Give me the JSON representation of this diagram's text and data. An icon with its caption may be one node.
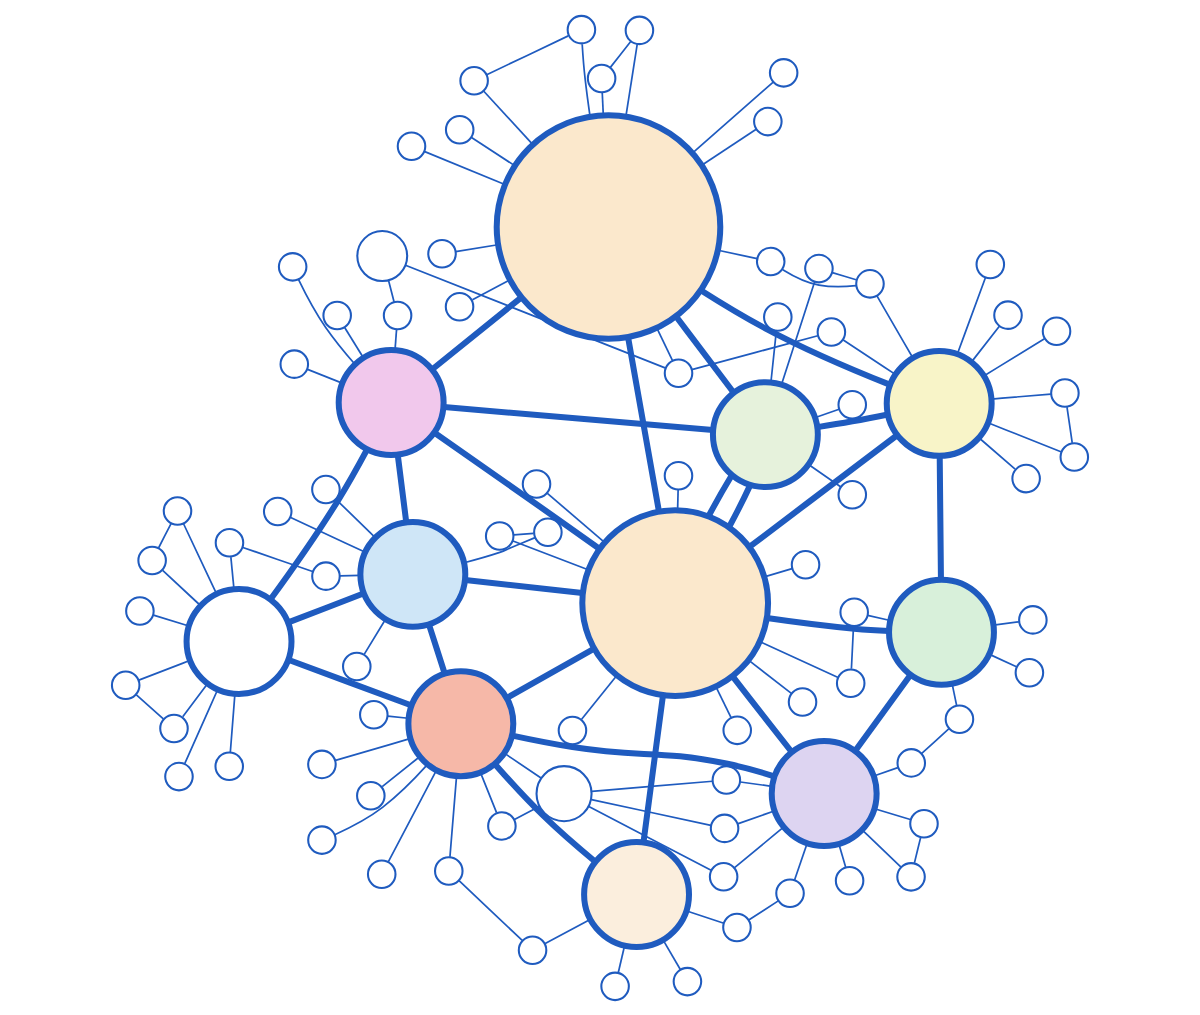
{
  "diagram": {
    "nodes": [
      {
        "text": [],
        "shape": "person"
      },
      {
        "text": [],
        "shape": "person"
      },
      {
        "text": [],
        "shape": "person"
      },
      {
        "text": [],
        "shape": "person"
      },
      {
        "text": [],
        "shape": "person"
      },
      {
        "text": [],
        "shape": "person"
      },
      {
        "text": [],
        "shape": "person"
      },
      {
        "text": [],
        "shape": "person"
      },
      {
        "text": [],
        "shape": "person"
      },
      {
        "text": [],
        "shape": "person"
      },
      {
        "text": [],
        "shape": "person"
      },
      {
        "text": [],
        "shape": "circle"
      },
      {
        "text": [],
        "shape": "circle"
      },
      {
        "text": [],
        "shape": "circle"
      },
      {
        "text": [],
        "shape": "circle"
      },
      {
        "text": [],
        "shape": "circle"
      },
      {
        "text": [],
        "shape": "circle"
      },
      {
        "text": [],
        "shape": "circle"
      },
      {
        "text": [],
        "shape": "circle"
      },
      {
        "text": [],
        "shape": "circle"
      },
      {
        "text": [],
        "shape": "circle"
      },
      {
        "text": [],
        "shape": "circle"
      },
      {
        "text": [],
        "shape": "circle"
      },
      {
        "text": [],
        "shape": "circle"
      },
      {
        "text": [],
        "shape": "circle"
      },
      {
        "text": [],
        "shape": "circle"
      },
      {
        "text": [],
        "shape": "circle"
      },
      {
        "text": [],
        "shape": "circle"
      },
      {
        "text": [],
        "shape": "circle"
      },
      {
        "text": [],
        "shape": "circle"
      },
      {
        "text": [],
        "shape": "circle"
      },
      {
        "text": [],
        "shape": "circle"
      },
      {
        "text": [],
        "shape": "circle"
      },
      {
        "text": [],
        "shape": "circle"
      },
      {
        "text": [],
        "shape": "circle"
      },
      {
        "text": [],
        "shape": "circle"
      },
      {
        "text": [],
        "shape": "circle"
      },
      {
        "text": [],
        "shape": "circle"
      },
      {
        "text": [],
        "shape": "circle"
      },
      {
        "text": [],
        "shape": "circle"
      },
      {
        "text": [],
        "shape": "circle"
      },
      {
        "text": [],
        "shape": "circle"
      },
      {
        "text": [],
        "shape": "circle"
      },
      {
        "text": [],
        "shape": "circle"
      },
      {
        "text": [],
        "shape": "circle"
      },
      {
        "text": [],
        "shape": "circle"
      },
      {
        "text": [],
        "shape": "circle"
      },
      {
        "text": [],
        "shape": "circle"
      },
      {
        "text": [],
        "shape": "circle"
      },
      {
        "text": [],
        "shape": "circle"
      },
      {
        "text": [],
        "shape": "circle"
      },
      {
        "text": [],
        "shape": "circle"
      },
      {
        "text": [],
        "shape": "circle"
      },
      {
        "text": [],
        "shape": "circle"
      },
      {
        "text": [],
        "shape": "circle"
      },
      {
        "text": [],
        "shape": "circle"
      },
      {
        "text": [],
        "shape": "circle"
      },
      {
        "text": [],
        "shape": "circle"
      },
      {
        "text": [],
        "shape": "circle"
      },
      {
        "text": [],
        "shape": "circle"
      },
      {
        "text": [],
        "shape": "circle"
      },
      {
        "text": [],
        "shape": "circle"
      },
      {
        "text": [],
        "shape": "circle"
      },
      {
        "text": [],
        "shape": "circle"
      },
      {
        "text": [],
        "shape": "circle"
      },
      {
        "text": [],
        "shape": "circle"
      },
      {
        "text": [],
        "shape": "circle"
      },
      {
        "text": [],
        "shape": "circle"
      },
      {
        "text": [],
        "shape": "circle"
      },
      {
        "text": [],
        "shape": "circle"
      },
      {
        "text": [],
        "shape": "circle"
      },
      {
        "text": [],
        "shape": "circle"
      },
      {
        "text": [],
        "shape": "circle"
      },
      {
        "text": [],
        "shape": "circle"
      },
      {
        "text": [],
        "shape": "circle"
      },
      {
        "text": [],
        "shape": "circle"
      },
      {
        "text": [],
        "shape": "circle"
      },
      {
        "text": [],
        "shape": "circle"
      },
      {
        "text": [],
        "shape": "circle"
      },
      {
        "text": [],
        "shape": "circle"
      },
      {
        "text": [],
        "shape": "circle"
      },
      {
        "text": [],
        "shape": "circle"
      },
      {
        "text": [],
        "shape": "circle"
      },
      {
        "text": [],
        "shape": "circle"
      },
      {
        "text": [],
        "shape": "circle"
      }
    ],
    "edges": [
      {
        "from": 0,
        "to": 3,
        "arrow": "none",
        "style": "thick"
      },
      {
        "from": 0,
        "to": 1,
        "arrow": "none",
        "style": "thick"
      },
      {
        "from": 0,
        "to": 2,
        "arrow": "none",
        "style": "thick"
      },
      {
        "from": 1,
        "to": 3,
        "arrow": "none",
        "style": "thick"
      },
      {
        "from": 1,
        "to": 6,
        "arrow": "none",
        "style": "thick"
      },
      {
        "from": 1,
        "to": 2,
        "arrow": "none",
        "style": "thick"
      },
      {
        "from": 3,
        "to": 4,
        "arrow": "none",
        "style": "thick"
      },
      {
        "from": 3,
        "to": 5,
        "arrow": "none",
        "style": "thick"
      },
      {
        "from": 3,
        "to": 6,
        "arrow": "none",
        "style": "thick"
      },
      {
        "from": 4,
        "to": 5,
        "arrow": "none",
        "style": "thick"
      },
      {
        "from": 4,
        "to": 6,
        "arrow": "none",
        "style": "thick"
      },
      {
        "from": 4,
        "to": 9,
        "arrow": "none",
        "style": "thick"
      },
      {
        "from": 5,
        "to": 6,
        "arrow": "none",
        "style": "thick"
      },
      {
        "from": 5,
        "to": 6,
        "arrow": "none",
        "style": "thick"
      },
      {
        "from": 5,
        "to": 9,
        "arrow": "none",
        "style": "thick"
      },
      {
        "from": 6,
        "to": 9,
        "arrow": "none",
        "style": "thick"
      },
      {
        "from": 6,
        "to": 2,
        "arrow": "none",
        "style": "thick"
      },
      {
        "from": 6,
        "to": 7,
        "arrow": "none",
        "style": "thick"
      },
      {
        "from": 6,
        "to": 10,
        "arrow": "none",
        "style": "thick"
      },
      {
        "from": 6,
        "to": 8,
        "arrow": "none",
        "style": "thick"
      },
      {
        "from": 2,
        "to": 7,
        "arrow": "none",
        "style": "thick"
      },
      {
        "from": 2,
        "to": 8,
        "arrow": "none",
        "style": "thick"
      },
      {
        "from": 9,
        "to": 10,
        "arrow": "none",
        "style": "thick"
      },
      {
        "from": 10,
        "to": 8,
        "arrow": "none",
        "style": "thick"
      },
      {
        "from": 0,
        "to": 11,
        "arrow": "none"
      },
      {
        "from": 0,
        "to": 12,
        "arrow": "none"
      },
      {
        "from": 0,
        "to": 13,
        "arrow": "none"
      },
      {
        "from": 0,
        "to": 14,
        "arrow": "none"
      },
      {
        "from": 0,
        "to": 15,
        "arrow": "none"
      },
      {
        "from": 0,
        "to": 16,
        "arrow": "none"
      },
      {
        "from": 0,
        "to": 17,
        "arrow": "none"
      },
      {
        "from": 0,
        "to": 18,
        "arrow": "none"
      },
      {
        "from": 1,
        "to": 19,
        "arrow": "none"
      },
      {
        "from": 1,
        "to": 20,
        "arrow": "none"
      },
      {
        "from": 1,
        "to": 21,
        "arrow": "none"
      },
      {
        "from": 1,
        "to": 22,
        "arrow": "none"
      },
      {
        "from": 1,
        "to": 23,
        "arrow": "none"
      },
      {
        "from": 2,
        "to": 24,
        "arrow": "none"
      },
      {
        "from": 2,
        "to": 25,
        "arrow": "none"
      },
      {
        "from": 2,
        "to": 26,
        "arrow": "none"
      },
      {
        "from": 2,
        "to": 27,
        "arrow": "none"
      },
      {
        "from": 2,
        "to": 28,
        "arrow": "none"
      },
      {
        "from": 2,
        "to": 29,
        "arrow": "none"
      },
      {
        "from": 2,
        "to": 30,
        "arrow": "none"
      },
      {
        "from": 3,
        "to": 31,
        "arrow": "none"
      },
      {
        "from": 3,
        "to": 32,
        "arrow": "none"
      },
      {
        "from": 3,
        "to": 33,
        "arrow": "none"
      },
      {
        "from": 3,
        "to": 34,
        "arrow": "none"
      },
      {
        "from": 4,
        "to": 35,
        "arrow": "none"
      },
      {
        "from": 4,
        "to": 36,
        "arrow": "none"
      },
      {
        "from": 4,
        "to": 37,
        "arrow": "none"
      },
      {
        "from": 4,
        "to": 38,
        "arrow": "none"
      },
      {
        "from": 4,
        "to": 39,
        "arrow": "none"
      },
      {
        "from": 4,
        "to": 40,
        "arrow": "none"
      },
      {
        "from": 4,
        "to": 41,
        "arrow": "none"
      },
      {
        "from": 4,
        "to": 42,
        "arrow": "none"
      },
      {
        "from": 4,
        "to": 43,
        "arrow": "none"
      },
      {
        "from": 4,
        "to": 44,
        "arrow": "none"
      },
      {
        "from": 4,
        "to": 45,
        "arrow": "none"
      },
      {
        "from": 4,
        "to": 46,
        "arrow": "none"
      },
      {
        "from": 5,
        "to": 47,
        "arrow": "none"
      },
      {
        "from": 5,
        "to": 48,
        "arrow": "none"
      },
      {
        "from": 5,
        "to": 49,
        "arrow": "none"
      },
      {
        "from": 5,
        "to": 50,
        "arrow": "none"
      },
      {
        "from": 6,
        "to": 51,
        "arrow": "none"
      },
      {
        "from": 6,
        "to": 52,
        "arrow": "none"
      },
      {
        "from": 6,
        "to": 53,
        "arrow": "none"
      },
      {
        "from": 6,
        "to": 54,
        "arrow": "none"
      },
      {
        "from": 6,
        "to": 55,
        "arrow": "none"
      },
      {
        "from": 6,
        "to": 56,
        "arrow": "none"
      },
      {
        "from": 6,
        "to": 57,
        "arrow": "none"
      },
      {
        "from": 6,
        "to": 58,
        "arrow": "none"
      },
      {
        "from": 7,
        "to": 59,
        "arrow": "none"
      },
      {
        "from": 7,
        "to": 60,
        "arrow": "none"
      },
      {
        "from": 7,
        "to": 61,
        "arrow": "none"
      },
      {
        "from": 7,
        "to": 62,
        "arrow": "none"
      },
      {
        "from": 8,
        "to": 63,
        "arrow": "none"
      },
      {
        "from": 8,
        "to": 64,
        "arrow": "none"
      },
      {
        "from": 8,
        "to": 65,
        "arrow": "none"
      },
      {
        "from": 8,
        "to": 66,
        "arrow": "none"
      },
      {
        "from": 8,
        "to": 67,
        "arrow": "none"
      },
      {
        "from": 8,
        "to": 68,
        "arrow": "none"
      },
      {
        "from": 8,
        "to": 69,
        "arrow": "none"
      },
      {
        "from": 8,
        "to": 70,
        "arrow": "none"
      },
      {
        "from": 9,
        "to": 71,
        "arrow": "none"
      },
      {
        "from": 9,
        "to": 72,
        "arrow": "none"
      },
      {
        "from": 9,
        "to": 73,
        "arrow": "none"
      },
      {
        "from": 9,
        "to": 74,
        "arrow": "none"
      },
      {
        "from": 9,
        "to": 75,
        "arrow": "none"
      },
      {
        "from": 9,
        "to": 76,
        "arrow": "none"
      },
      {
        "from": 9,
        "to": 77,
        "arrow": "none"
      },
      {
        "from": 9,
        "to": 78,
        "arrow": "none"
      },
      {
        "from": 10,
        "to": 79,
        "arrow": "none"
      },
      {
        "from": 10,
        "to": 80,
        "arrow": "none"
      },
      {
        "from": 10,
        "to": 81,
        "arrow": "none"
      },
      {
        "from": 10,
        "to": 82,
        "arrow": "none"
      },
      {
        "from": 2,
        "to": 83,
        "arrow": "none"
      },
      {
        "from": 64,
        "to": 83,
        "arrow": "none"
      },
      {
        "from": 65,
        "to": 83,
        "arrow": "none"
      },
      {
        "from": 66,
        "to": 83,
        "arrow": "none"
      },
      {
        "from": 24,
        "to": 83,
        "arrow": "none"
      },
      {
        "from": 31,
        "to": 84,
        "arrow": "none"
      },
      {
        "from": 35,
        "to": 84,
        "arrow": "none"
      },
      {
        "from": 18,
        "to": 19,
        "arrow": "none"
      },
      {
        "from": 30,
        "to": 59,
        "arrow": "none"
      },
      {
        "from": 58,
        "to": 79,
        "arrow": "none"
      },
      {
        "from": 78,
        "to": 35,
        "arrow": "none"
      },
      {
        "from": 46,
        "to": 71,
        "arrow": "none"
      },
      {
        "from": 70,
        "to": 82,
        "arrow": "none"
      },
      {
        "from": 62,
        "to": 63,
        "arrow": "none"
      },
      {
        "from": 50,
        "to": 71,
        "arrow": "none"
      },
      {
        "from": 23,
        "to": 51,
        "arrow": "none"
      },
      {
        "from": 11,
        "to": 12,
        "arrow": "none"
      },
      {
        "from": 13,
        "to": 14,
        "arrow": "none"
      },
      {
        "from": 36,
        "to": 37,
        "arrow": "none"
      },
      {
        "from": 40,
        "to": 41,
        "arrow": "none"
      },
      {
        "from": 67,
        "to": 68,
        "arrow": "none"
      },
      {
        "from": 74,
        "to": 75,
        "arrow": "none"
      }
    ]
  }
}
